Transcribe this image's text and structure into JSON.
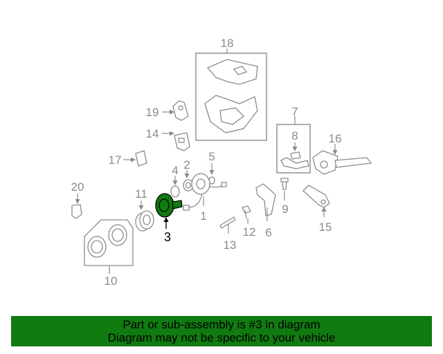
{
  "diagram": {
    "callouts": {
      "c1": "1",
      "c2": "2",
      "c3": "3",
      "c4": "4",
      "c5": "5",
      "c6": "6",
      "c7": "7",
      "c8": "8",
      "c9": "9",
      "c10": "10",
      "c11": "11",
      "c12": "12",
      "c13": "13",
      "c14": "14",
      "c15": "15",
      "c16": "16",
      "c17": "17",
      "c18": "18",
      "c19": "19",
      "c20": "20"
    },
    "highlight_color": "#117a11",
    "highlighted_part": "3"
  },
  "banner": {
    "line1": "Part or sub-assembly is #3 in diagram",
    "line2": "Diagram may not be specific to your vehicle",
    "background": "#117a11"
  }
}
